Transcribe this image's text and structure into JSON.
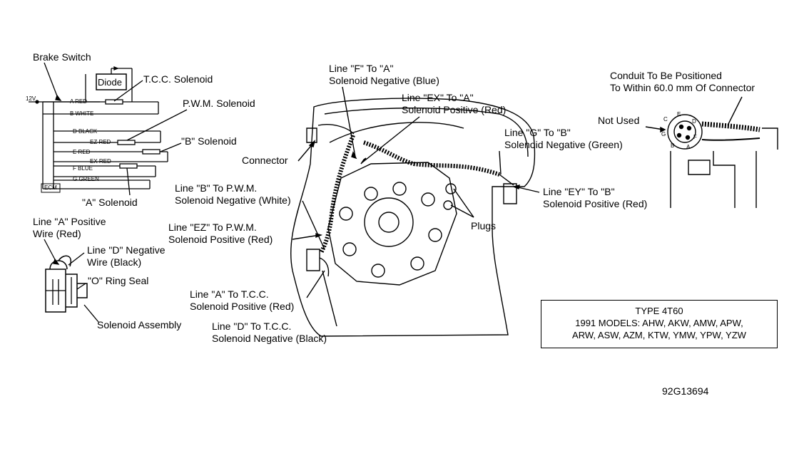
{
  "wiring": {
    "brake_switch": "Brake Switch",
    "diode": "Diode",
    "tcc_solenoid": "T.C.C. Solenoid",
    "pwm_solenoid": "P.W.M. Solenoid",
    "b_solenoid": "\"B\" Solenoid",
    "a_solenoid": "\"A\" Solenoid",
    "v12": "12V",
    "ecm": "ECM",
    "wires": [
      "A RED",
      "B WHITE",
      "D BLACK",
      "EZ RED",
      "E RED",
      "EX RED",
      "F BLUE",
      "G GREEN"
    ]
  },
  "solenoid_detail": {
    "line_a_positive": [
      "Line \"A\" Positive",
      "Wire (Red)"
    ],
    "line_d_negative": [
      "Line \"D\" Negative",
      "Wire (Black)"
    ],
    "o_ring": "\"O\" Ring Seal",
    "assembly": "Solenoid Assembly"
  },
  "callouts": {
    "line_f": [
      "Line \"F\" To \"A\"",
      "Solenoid Negative (Blue)"
    ],
    "line_ex": [
      "Line \"EX\" To \"A\"",
      "Solenoid Positive (Red)"
    ],
    "line_g": [
      "Line \"G\" To \"B\"",
      "Solenoid Negative (Green)"
    ],
    "connector": "Connector",
    "line_b": [
      "Line \"B\" To P.W.M.",
      "Solenoid Negative (White)"
    ],
    "line_ey": [
      "Line \"EY\" To \"B\"",
      "Solenoid Positive (Red)"
    ],
    "line_ez": [
      "Line \"EZ\" To P.W.M.",
      "Solenoid Positive (Red)"
    ],
    "plugs": "Plugs",
    "line_a": [
      "Line \"A\" To T.C.C.",
      "Solenoid Positive (Red)"
    ],
    "line_d": [
      "Line \"D\" To T.C.C.",
      "Solenoid Negative (Black)"
    ]
  },
  "connector_view": {
    "conduit": [
      "Conduit To Be Positioned",
      "To Within 60.0 mm Of Connector"
    ],
    "not_used": "Not Used",
    "pins": [
      "C",
      "E",
      "D",
      "G",
      "B",
      "A",
      "F"
    ]
  },
  "info_box": {
    "line1": "TYPE 4T60",
    "line2": "1991 MODELS: AHW, AKW, AMW, APW,",
    "line3": "ARW, ASW, AZM, KTW, YMW, YPW, YZW"
  },
  "figure_id": "92G13694"
}
